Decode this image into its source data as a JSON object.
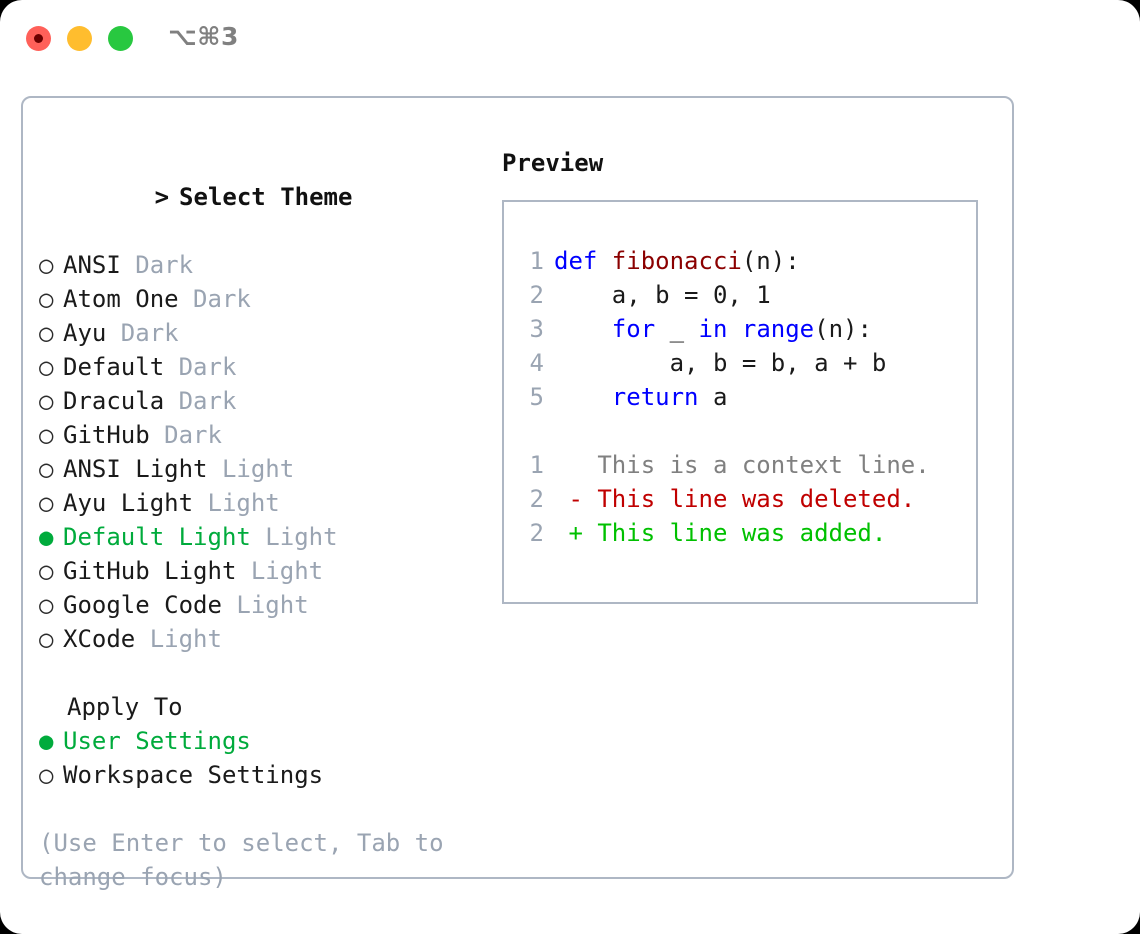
{
  "titlebar": {
    "shortcut": "⌥⌘3",
    "dots": [
      "close-red",
      "minimize-yellow",
      "maximize-green"
    ]
  },
  "theme_list": {
    "header": "Select Theme",
    "caret": ">",
    "marker_selected": "●",
    "marker_unselected": "○",
    "items": [
      {
        "name": "ANSI",
        "category": "Dark",
        "selected": false
      },
      {
        "name": "Atom One",
        "category": "Dark",
        "selected": false
      },
      {
        "name": "Ayu",
        "category": "Dark",
        "selected": false
      },
      {
        "name": "Default",
        "category": "Dark",
        "selected": false
      },
      {
        "name": "Dracula",
        "category": "Dark",
        "selected": false
      },
      {
        "name": "GitHub",
        "category": "Dark",
        "selected": false
      },
      {
        "name": "ANSI Light",
        "category": "Light",
        "selected": false
      },
      {
        "name": "Ayu Light",
        "category": "Light",
        "selected": false
      },
      {
        "name": "Default Light",
        "category": "Light",
        "selected": true
      },
      {
        "name": "GitHub Light",
        "category": "Light",
        "selected": false
      },
      {
        "name": "Google Code",
        "category": "Light",
        "selected": false
      },
      {
        "name": "XCode",
        "category": "Light",
        "selected": false
      }
    ]
  },
  "apply_to": {
    "header": "Apply To",
    "items": [
      {
        "name": "User Settings",
        "selected": true
      },
      {
        "name": "Workspace Settings",
        "selected": false
      }
    ]
  },
  "hint": "(Use Enter to select, Tab to change focus)",
  "preview": {
    "title": "Preview",
    "code_lines": [
      {
        "num": "1",
        "tokens": [
          {
            "t": "def ",
            "c": "kw"
          },
          {
            "t": "fibonacci",
            "c": "fn"
          },
          {
            "t": "(n):",
            "c": "pl"
          }
        ]
      },
      {
        "num": "2",
        "tokens": [
          {
            "t": "    a, b = 0, 1",
            "c": "pl"
          }
        ]
      },
      {
        "num": "3",
        "tokens": [
          {
            "t": "    ",
            "c": "pl"
          },
          {
            "t": "for",
            "c": "kw"
          },
          {
            "t": " _ ",
            "c": "pl"
          },
          {
            "t": "in",
            "c": "kw"
          },
          {
            "t": " ",
            "c": "pl"
          },
          {
            "t": "range",
            "c": "kw"
          },
          {
            "t": "(n):",
            "c": "pl"
          }
        ]
      },
      {
        "num": "4",
        "tokens": [
          {
            "t": "        a, b = b, a + b",
            "c": "pl"
          }
        ]
      },
      {
        "num": "5",
        "tokens": [
          {
            "t": "    ",
            "c": "pl"
          },
          {
            "t": "return",
            "c": "kw"
          },
          {
            "t": " a",
            "c": "pl"
          }
        ]
      }
    ],
    "diff_lines": [
      {
        "num": "1",
        "tokens": [
          {
            "t": "   This is a context line.",
            "c": "ctx"
          }
        ]
      },
      {
        "num": "2",
        "tokens": [
          {
            "t": " - This line was deleted.",
            "c": "del"
          }
        ]
      },
      {
        "num": "2",
        "tokens": [
          {
            "t": " + This line was added.",
            "c": "add"
          }
        ]
      }
    ]
  },
  "colors": {
    "accent_green": "#00ab3c",
    "keyword_blue": "#0000ff",
    "function_red": "#8b0000",
    "diff_deleted": "#c00000",
    "diff_added": "#00c000",
    "muted_gray": "#9aa4b2",
    "border": "#aeb7c4"
  }
}
